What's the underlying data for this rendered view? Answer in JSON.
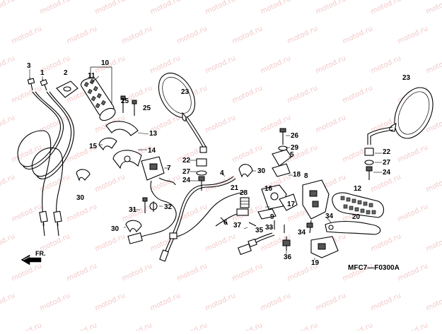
{
  "watermark": "motod.ru",
  "diagram_code": "MFC7—F0300A",
  "front_indicator": "FR.",
  "labels": [
    {
      "text": "3",
      "part": "throttle-cable-b"
    },
    {
      "text": "1",
      "part": "throttle-cable-a"
    },
    {
      "text": "2",
      "part": "cable-holder"
    },
    {
      "text": "10",
      "part": "throttle-grip-assembly"
    },
    {
      "text": "11",
      "part": "throttle-grip-rubber"
    },
    {
      "text": "25",
      "part": "screw-upper"
    },
    {
      "text": "25",
      "part": "screw-lower"
    },
    {
      "text": "23",
      "part": "mirror-right"
    },
    {
      "text": "23",
      "part": "mirror-left"
    },
    {
      "text": "13",
      "part": "throttle-housing-upper"
    },
    {
      "text": "15",
      "part": "throttle-housing-pulley"
    },
    {
      "text": "14",
      "part": "throttle-housing-lower"
    },
    {
      "text": "7",
      "part": "right-switch"
    },
    {
      "text": "22",
      "part": "mirror-nut-right"
    },
    {
      "text": "27",
      "part": "mirror-washer-right"
    },
    {
      "text": "24",
      "part": "mirror-bolt-right"
    },
    {
      "text": "30",
      "part": "clamp-upper"
    },
    {
      "text": "30",
      "part": "clamp-cable-left"
    },
    {
      "text": "30",
      "part": "clamp-lower"
    },
    {
      "text": "4",
      "part": "clutch-cable"
    },
    {
      "text": "21",
      "part": "choke-cable"
    },
    {
      "text": "28",
      "part": "adjuster"
    },
    {
      "text": "26",
      "part": "bolt-26"
    },
    {
      "text": "29",
      "part": "washer-29"
    },
    {
      "text": "5",
      "part": "bracket-5"
    },
    {
      "text": "18",
      "part": "lever-bracket"
    },
    {
      "text": "16",
      "part": "clutch-lever-bracket"
    },
    {
      "text": "8",
      "part": "left-switch"
    },
    {
      "text": "12",
      "part": "left-grip"
    },
    {
      "text": "22",
      "part": "mirror-nut-left"
    },
    {
      "text": "27",
      "part": "mirror-washer-left"
    },
    {
      "text": "24",
      "part": "mirror-bolt-left"
    },
    {
      "text": "17",
      "part": "switch-17"
    },
    {
      "text": "9",
      "part": "pin-9"
    },
    {
      "text": "31",
      "part": "screw-31"
    },
    {
      "text": "32",
      "part": "screw-32"
    },
    {
      "text": "6",
      "part": "cable-6"
    },
    {
      "text": "37",
      "part": "screw-37"
    },
    {
      "text": "35",
      "part": "screw-35"
    },
    {
      "text": "33",
      "part": "screw-33"
    },
    {
      "text": "34",
      "part": "screw-34"
    },
    {
      "text": "34",
      "part": "screw-34b"
    },
    {
      "text": "20",
      "part": "clutch-lever"
    },
    {
      "text": "36",
      "part": "nut-36"
    },
    {
      "text": "19",
      "part": "choke-lever"
    }
  ]
}
